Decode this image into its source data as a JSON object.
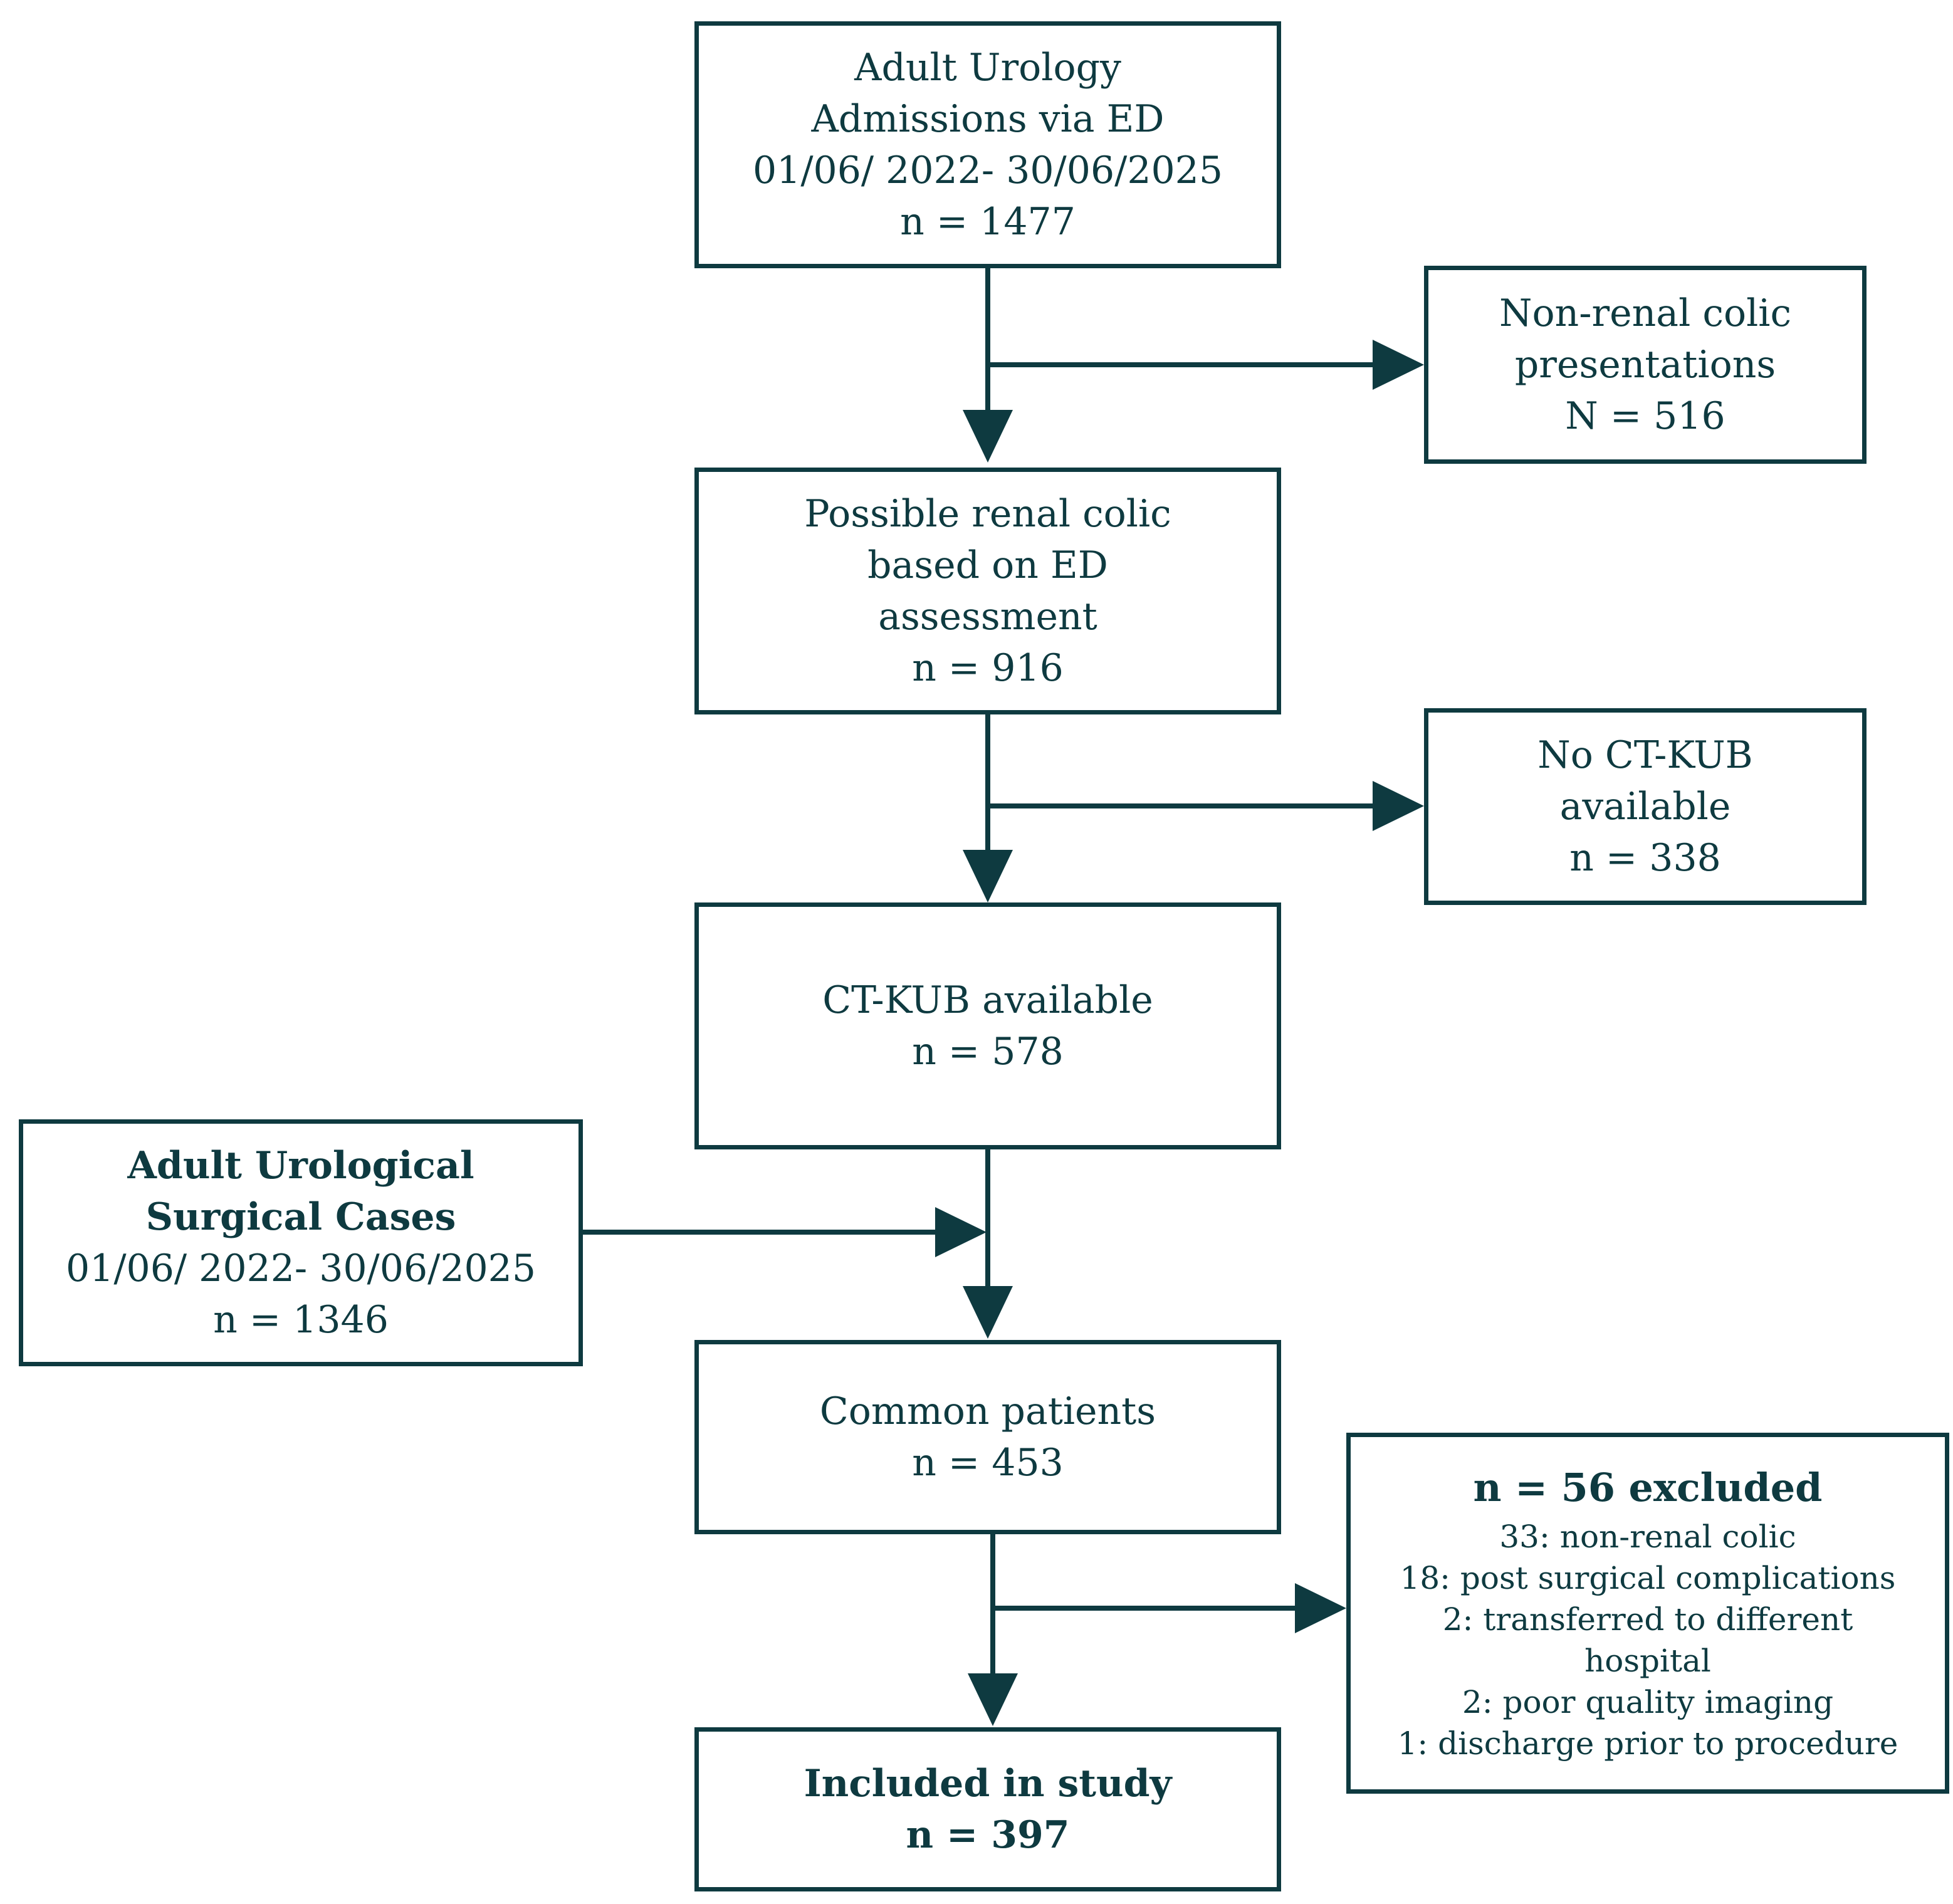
{
  "colors": {
    "stroke": "#0e3a40",
    "text": "#0e3a40",
    "background": "#ffffff"
  },
  "boxes": {
    "admissions": {
      "lines": [
        "Adult Urology",
        "Admissions via ED",
        "01/06/ 2022- 30/06/2025",
        "n = 1477"
      ]
    },
    "non_renal": {
      "lines": [
        "Non-renal colic",
        "presentations",
        "N = 516"
      ]
    },
    "possible_renal_colic": {
      "lines": [
        "Possible renal colic",
        "based on ED",
        "assessment",
        "n = 916"
      ]
    },
    "no_ct_kub": {
      "lines": [
        "No CT-KUB",
        "available",
        "n = 338"
      ]
    },
    "ct_kub_available": {
      "lines": [
        "CT-KUB available",
        "n = 578"
      ]
    },
    "surgical_cases": {
      "title_lines": [
        "Adult Urological",
        "Surgical Cases"
      ],
      "lines": [
        "01/06/ 2022- 30/06/2025",
        "n = 1346"
      ]
    },
    "common_patients": {
      "lines": [
        "Common patients",
        "n = 453"
      ]
    },
    "excluded": {
      "title": "n = 56 excluded",
      "reasons": [
        "33: non-renal colic",
        "18: post surgical complications",
        "2: transferred to different",
        "hospital",
        "2: poor quality imaging",
        "1: discharge prior to procedure"
      ]
    },
    "included": {
      "lines": [
        "Included in study",
        "n = 397"
      ]
    }
  }
}
